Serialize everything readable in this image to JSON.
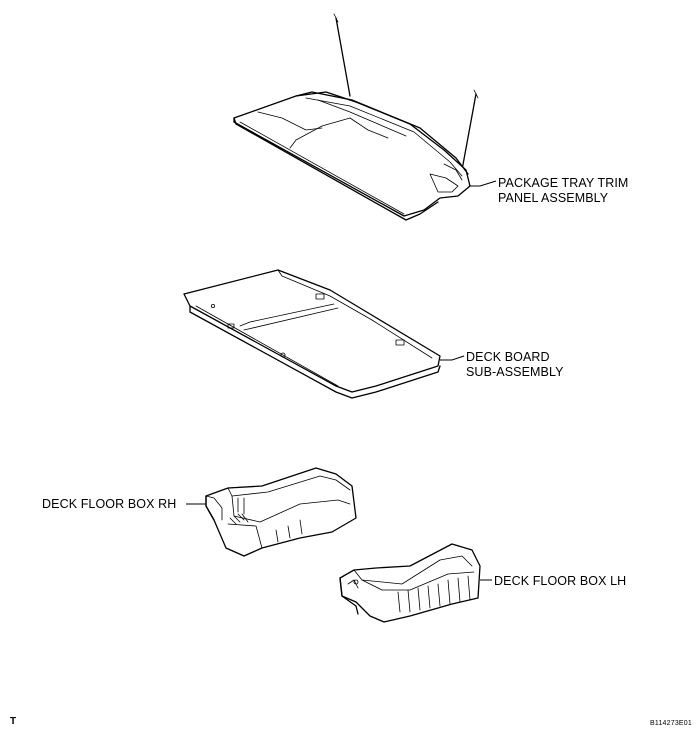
{
  "parts": {
    "package_tray": {
      "line1": "PACKAGE TRAY TRIM",
      "line2": "PANEL ASSEMBLY"
    },
    "deck_board": {
      "line1": "DECK BOARD",
      "line2": "SUB-ASSEMBLY"
    },
    "floor_box_rh": {
      "label": "DECK FLOOR BOX RH"
    },
    "floor_box_lh": {
      "label": "DECK FLOOR BOX LH"
    }
  },
  "corner_mark": "T",
  "figure_code": "B114273E01"
}
